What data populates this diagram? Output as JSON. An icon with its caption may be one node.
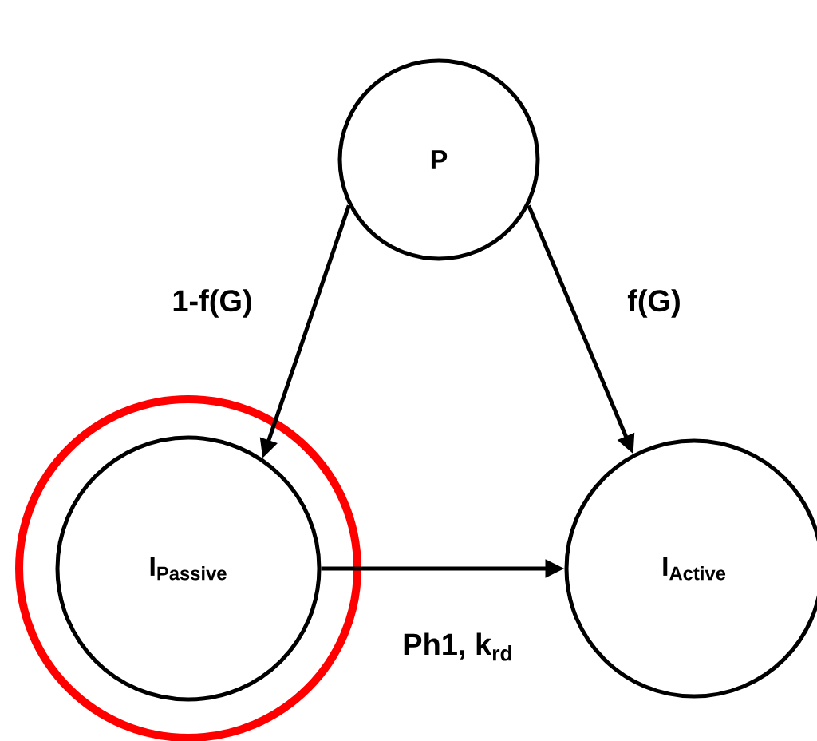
{
  "diagram": {
    "nodes": [
      {
        "text": [
          "P"
        ]
      },
      {
        "text": [],
        "shape": "circle"
      },
      {
        "text": [
          "I$_{Passive}$"
        ],
        "in": 1
      },
      {
        "text": [
          "I$_{Active}$"
        ]
      }
    ],
    "edges": [
      {
        "from": 0,
        "to": 2,
        "arrow": "to",
        "label": "1-f(G)"
      },
      {
        "from": 0,
        "to": 3,
        "arrow": "to",
        "label": "f(G)"
      },
      {
        "from": 2,
        "to": 3,
        "arrow": "to",
        "label": "Ph1, k$_{rd}$"
      }
    ]
  }
}
